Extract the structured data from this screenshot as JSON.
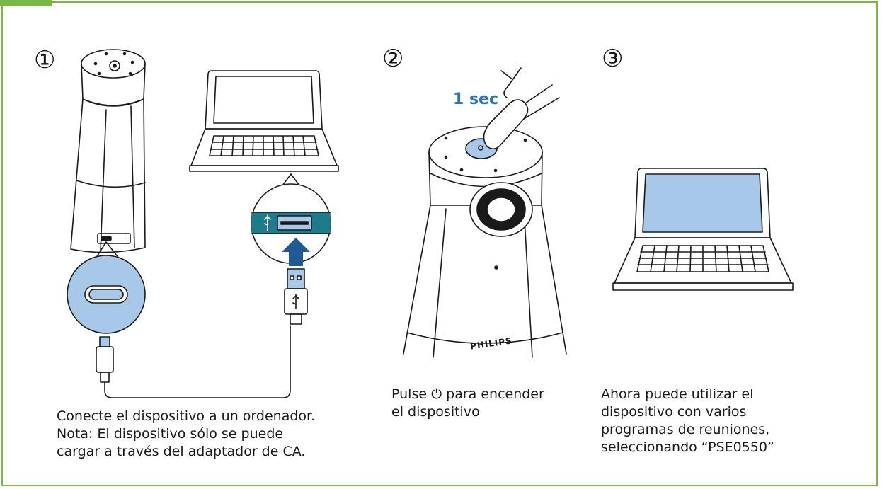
{
  "steps": [
    {
      "number": "①",
      "caption_lines": [
        "Conecte el dispositivo a un ordenador.",
        "Nota: El dispositivo sólo se puede",
        "cargar a través del adaptador de CA."
      ]
    },
    {
      "number": "②",
      "press_label": "1 sec",
      "caption_lines": [
        "Pulse ⏻ para encender",
        "el dispositivo"
      ]
    },
    {
      "number": "③",
      "caption_lines": [
        "Ahora puede utilizar el",
        "dispositivo con varios",
        "programas de reuniones,",
        "seleccionando “PSE0550”"
      ]
    }
  ],
  "brand_text": "PHILIPS",
  "colors": {
    "frame": "#7ab648",
    "accent_blue": "#a7c8e8",
    "label_blue": "#2e74b5",
    "arrow_blue": "#1f5a94",
    "port_teal": "#1e7c8a"
  }
}
